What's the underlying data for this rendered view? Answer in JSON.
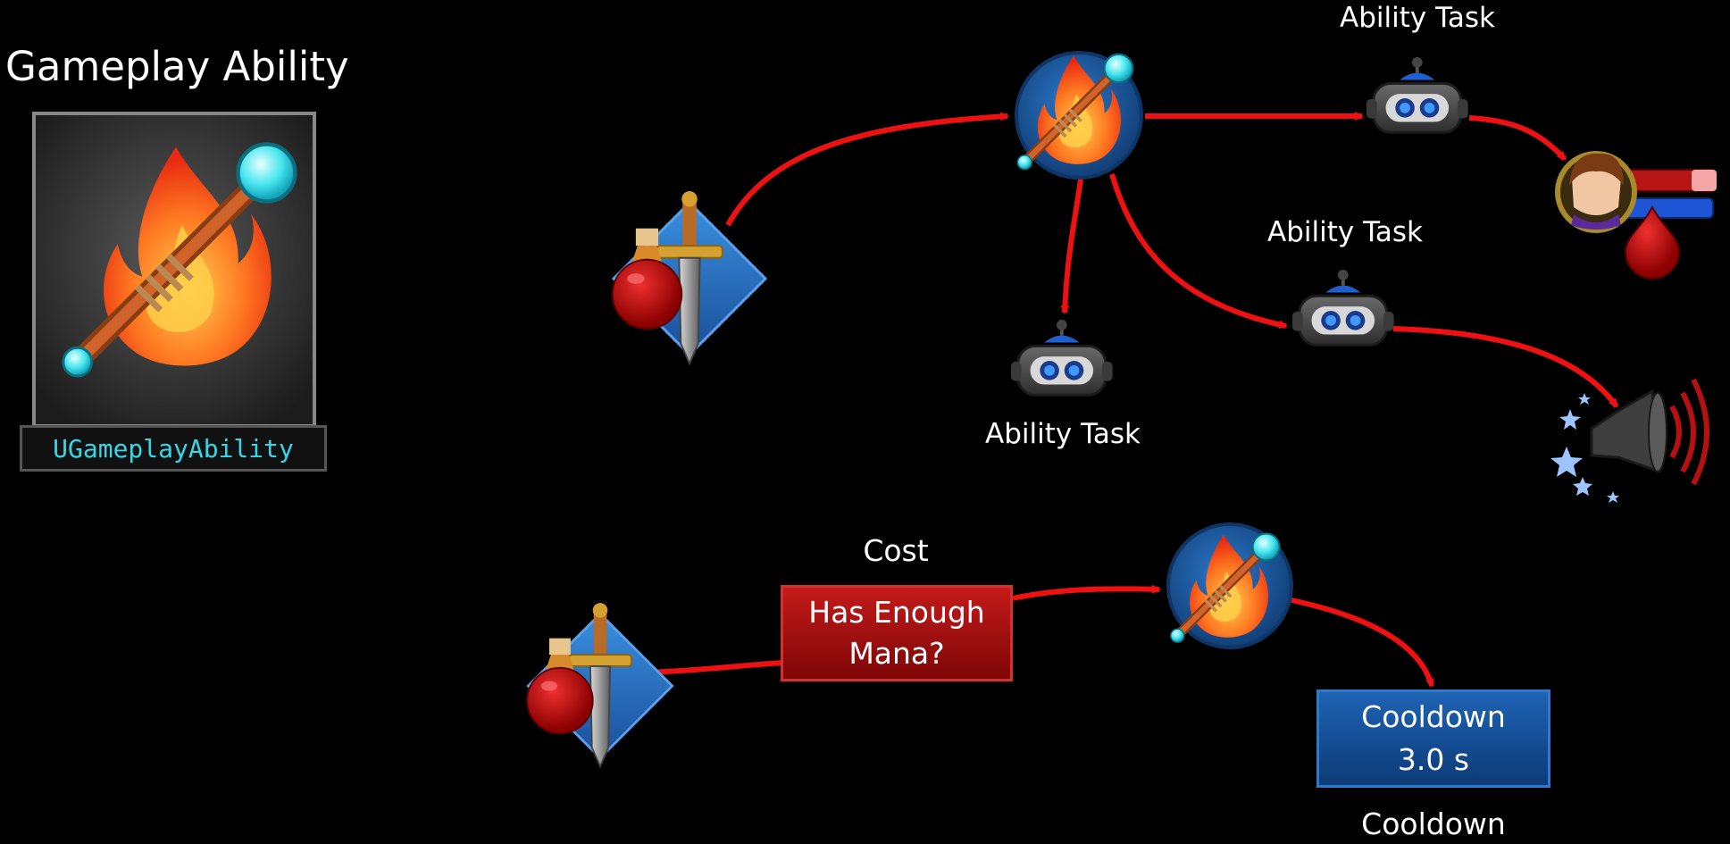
{
  "title": "Gameplay Ability",
  "class_name": "UGameplayAbility",
  "task_labels": [
    "Ability Task",
    "Ability Task",
    "Ability Task"
  ],
  "cost": {
    "label": "Cost",
    "line1": "Has Enough",
    "line2": "Mana?"
  },
  "cooldown": {
    "line1": "Cooldown",
    "line2": "3.0 s",
    "label": "Cooldown"
  },
  "colors": {
    "arrow": "#ee1111",
    "ability_circle": "#1d5da8",
    "cost_box": "#b01010",
    "cooldown_box": "#1a5aa6",
    "class_text": "#36d8e8"
  },
  "icons": [
    "fire-staff-icon",
    "sword-potion-icon",
    "robot-task-icon",
    "hero-portrait-icon",
    "blood-drop-icon",
    "speaker-icon"
  ]
}
